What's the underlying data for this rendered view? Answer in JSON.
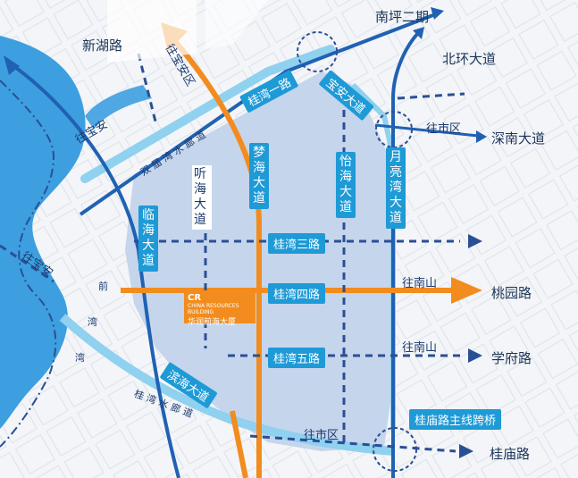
{
  "map": {
    "district_labels": {
      "nanping": "南坪二期",
      "beihuan": "北环大道",
      "xinhu": "新湖路",
      "wangshi_1": "往市区",
      "shennan": "深南大道",
      "taoyuan": "桃园路",
      "wangnanshan_1": "往南山",
      "wangnanshan_2": "往南山",
      "xuefu": "学府路",
      "guimiao": "桂庙路",
      "wangshi_2": "往市区",
      "wangbaoan_top": "往宝安",
      "wangbaoan_left": "往宝安",
      "wangbaoan_arrow": "往宝安区"
    },
    "road_boxes": {
      "guiwan1": "桂湾一路",
      "baoan": "宝安大道",
      "guiwan3": "桂湾三路",
      "guiwan4": "桂湾四路",
      "guiwan5": "桂湾五路",
      "binhai": "滨海大道",
      "guimiao_bridge": "桂庙路主线跨桥"
    },
    "vertical_roads": {
      "linhai": "临海大道",
      "menghai": "梦海大道",
      "yihai": "怡海大道",
      "yueliangwan": "月亮湾大道",
      "tinghai": "听海大道"
    },
    "corridor_text": {
      "top": "双 届 湾 水 廊 道",
      "left_chars": [
        "前",
        "湾",
        "湾"
      ],
      "bottom": "桂 湾 水 廊 道"
    },
    "building": {
      "logo": "CR",
      "en": "CHINA RESOURCES BUILDING",
      "cn": "华润前海大厦"
    },
    "colors": {
      "water": "#3d9fe0",
      "district": "#c5d5ec",
      "road_blue": "#1e9ad6",
      "main_road": "#2061b3",
      "orange": "#f28c1e",
      "dashed": "#2a4f94"
    }
  }
}
